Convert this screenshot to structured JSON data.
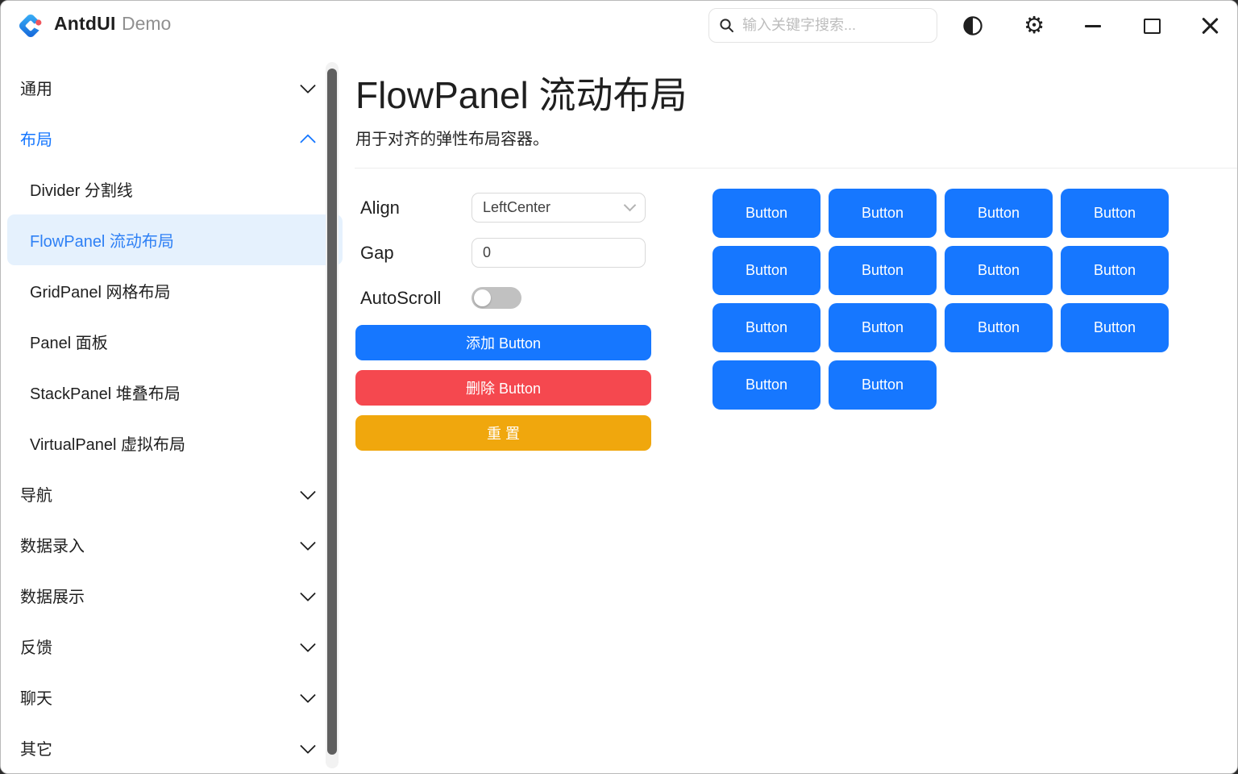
{
  "titlebar": {
    "app_name": "AntdUI",
    "app_subtitle": "Demo",
    "search_placeholder": "输入关键字搜索..."
  },
  "sidebar": {
    "items": [
      {
        "label": "通用",
        "type": "group",
        "expanded": false,
        "active": false
      },
      {
        "label": "布局",
        "type": "group",
        "expanded": true,
        "active": true
      },
      {
        "label": "Divider 分割线",
        "type": "child",
        "selected": false
      },
      {
        "label": "FlowPanel 流动布局",
        "type": "child",
        "selected": true
      },
      {
        "label": "GridPanel 网格布局",
        "type": "child",
        "selected": false
      },
      {
        "label": "Panel 面板",
        "type": "child",
        "selected": false
      },
      {
        "label": "StackPanel 堆叠布局",
        "type": "child",
        "selected": false
      },
      {
        "label": "VirtualPanel 虚拟布局",
        "type": "child",
        "selected": false
      },
      {
        "label": "导航",
        "type": "group",
        "expanded": false,
        "active": false
      },
      {
        "label": "数据录入",
        "type": "group",
        "expanded": false,
        "active": false
      },
      {
        "label": "数据展示",
        "type": "group",
        "expanded": false,
        "active": false
      },
      {
        "label": "反馈",
        "type": "group",
        "expanded": false,
        "active": false
      },
      {
        "label": "聊天",
        "type": "group",
        "expanded": false,
        "active": false
      },
      {
        "label": "其它",
        "type": "group",
        "expanded": false,
        "active": false
      }
    ]
  },
  "page": {
    "title": "FlowPanel 流动布局",
    "subtitle": "用于对齐的弹性布局容器。"
  },
  "controls": {
    "align_label": "Align",
    "align_value": "LeftCenter",
    "gap_label": "Gap",
    "gap_value": "0",
    "autoscroll_label": "AutoScroll",
    "autoscroll_on": false
  },
  "actions": [
    {
      "name": "add-button",
      "label": "添加 Button",
      "color": "#1677ff"
    },
    {
      "name": "delete-button",
      "label": "删除 Button",
      "color": "#f5484f"
    },
    {
      "name": "reset-button",
      "label": "重 置",
      "color": "#f0a70d"
    }
  ],
  "flow_panel": {
    "button_label": "Button",
    "button_count": 14,
    "button_color": "#1677ff"
  },
  "colors": {
    "primary": "#1677ff",
    "danger": "#f5484f",
    "warning": "#f0a70d",
    "selected_item_bg": "#e5f1fd",
    "titlebar_icon": "#1f1f1f"
  }
}
